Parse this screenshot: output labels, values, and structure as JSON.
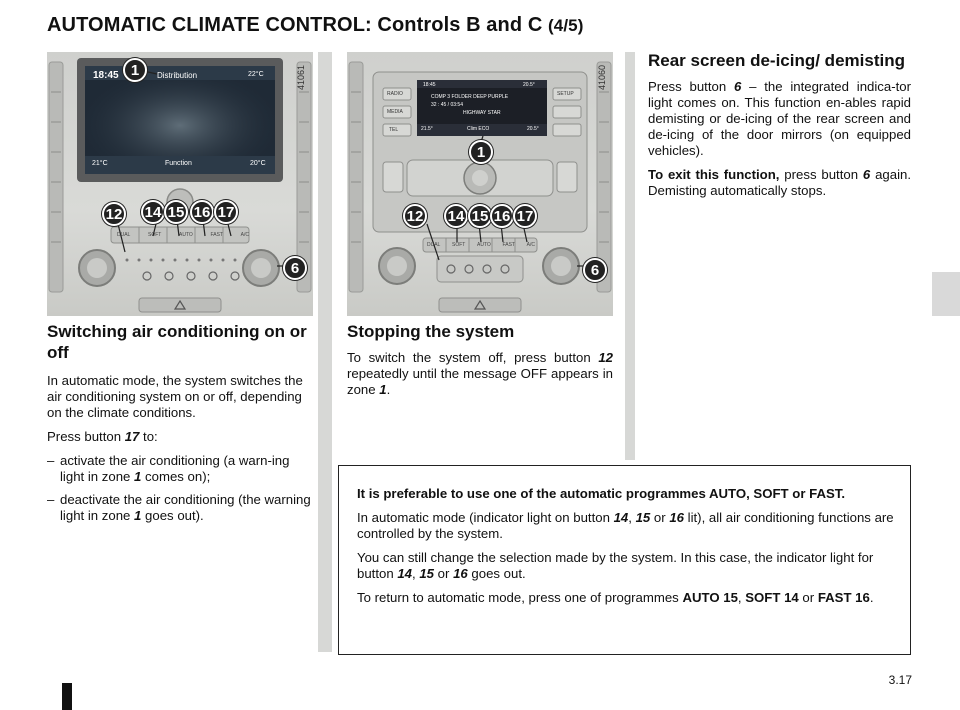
{
  "title": {
    "main": "AUTOMATIC CLIMATE CONTROL: Controls B and C",
    "sub": "(4/5)"
  },
  "left_photo": {
    "code": "41061",
    "screen": {
      "time": "18:45",
      "top_label": "Distribution",
      "temp_right": "22°C",
      "temp_left": "21°C",
      "temp_right_bottom": "20°C",
      "bottom_label": "Function"
    },
    "buttons": [
      "DUAL",
      "SOFT",
      "AUTO",
      "FAST",
      "A/C"
    ],
    "callouts": [
      "1",
      "12",
      "14",
      "15",
      "16",
      "17",
      "6"
    ]
  },
  "right_photo": {
    "code": "41060",
    "screen": {
      "time": "18:45",
      "temp_right": "20.5°",
      "line1": "COMP 3 FOLDER DEEP PURPLE",
      "line2": "32 : 45 / 03:54",
      "line3": "HIGHWAY STAR",
      "bottom_left": "21.5°",
      "bottom_mid": "Clim ECO",
      "bottom_right": "20.5°"
    },
    "side_buttons_left": [
      "RADIO",
      "MEDIA",
      "TEL"
    ],
    "side_buttons_right": [
      "SETUP"
    ],
    "buttons": [
      "DUAL",
      "SOFT",
      "AUTO",
      "FAST",
      "A/C"
    ],
    "callouts": [
      "1",
      "12",
      "14",
      "15",
      "16",
      "17",
      "6"
    ]
  },
  "section_rear": {
    "heading": "Rear screen de-icing/ demisting",
    "p1_a": "Press button ",
    "p1_num": "6",
    "p1_b": " – the integrated indica-tor light comes on. This function en-ables rapid demisting or de-icing of the rear screen and de-icing of the door mirrors (on equipped vehicles).",
    "p2_bold": "To exit this function,",
    "p2_a": " press button ",
    "p2_num": "6",
    "p2_b": " again. Demisting automatically stops."
  },
  "section_ac": {
    "heading": "Switching air conditioning on or off",
    "p1": "In automatic mode, the system switches the air conditioning system on or off, depending on the climate conditions.",
    "p2_a": "Press button ",
    "p2_num": "17",
    "p2_b": " to:",
    "items": [
      {
        "a": "activate the air conditioning (a warn-ing light in zone ",
        "num": "1",
        "b": " comes on);"
      },
      {
        "a": "deactivate the air conditioning (the warning light in zone ",
        "num": "1",
        "b": " goes out)."
      }
    ]
  },
  "section_stop": {
    "heading": "Stopping the system",
    "p1_a": "To switch the system off, press button ",
    "p1_num": "12",
    "p1_b": " repeatedly until the message OFF appears in zone ",
    "p1_num2": "1",
    "p1_c": "."
  },
  "note": {
    "p1": "It is preferable to use one of the automatic programmes AUTO, SOFT or FAST.",
    "p2_a": "In automatic mode (indicator light on button ",
    "p2_n1": "14",
    "p2_s1": ", ",
    "p2_n2": "15",
    "p2_s2": " or ",
    "p2_n3": "16",
    "p2_b": " lit), all air conditioning functions are controlled by the system.",
    "p3_a": "You can still change the selection made by the system. In this case, the indicator light for button ",
    "p3_n1": "14",
    "p3_s1": ", ",
    "p3_n2": "15",
    "p3_s2": " or ",
    "p3_n3": "16",
    "p3_b": " goes out.",
    "p4_a": "To return to automatic mode, press one of programmes ",
    "p4_b1": "AUTO 15",
    "p4_s1": ", ",
    "p4_b2": "SOFT 14",
    "p4_s2": " or ",
    "p4_b3": "FAST 16",
    "p4_c": "."
  },
  "page_number": "3.17"
}
